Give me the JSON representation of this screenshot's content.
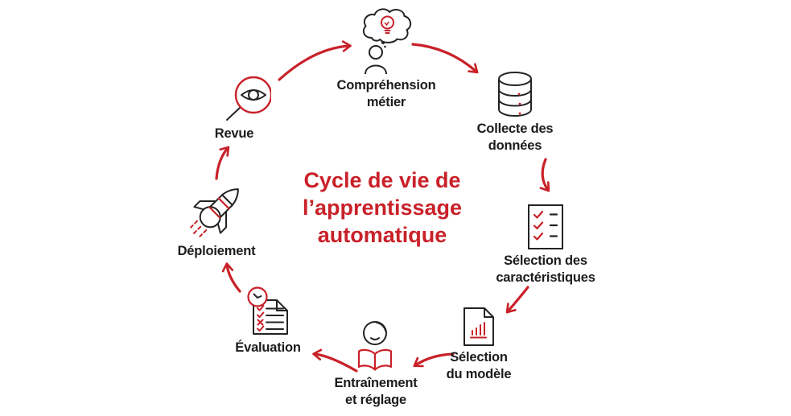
{
  "diagram": {
    "title": "Cycle de vie de\nl’apprentissage\nautomatique",
    "stages": [
      {
        "label": "Compréhension\nmétier",
        "icon": "person-idea-icon"
      },
      {
        "label": "Collecte des\ndonnées",
        "icon": "database-icon"
      },
      {
        "label": "Sélection des\ncaractéristiques",
        "icon": "checklist-icon"
      },
      {
        "label": "Sélection\ndu modèle",
        "icon": "document-chart-icon"
      },
      {
        "label": "Entraînement\net réglage",
        "icon": "reading-person-icon"
      },
      {
        "label": "Évaluation",
        "icon": "document-checks-clock-icon"
      },
      {
        "label": "Déploiement",
        "icon": "rocket-icon"
      },
      {
        "label": "Revue",
        "icon": "eye-magnifier-icon"
      }
    ],
    "colors": {
      "accent_red": "#c92129",
      "icon_black": "#232323",
      "label_black": "#1b1b1b"
    }
  }
}
